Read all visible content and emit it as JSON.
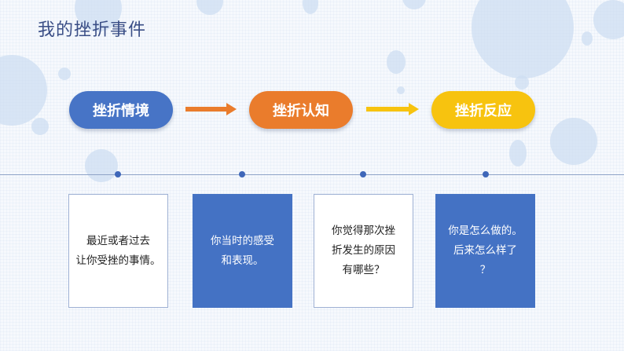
{
  "title": "我的挫折事件",
  "steps": [
    {
      "label": "挫折情境",
      "color": "#4774c6"
    },
    {
      "label": "挫折认知",
      "color": "#ea7c2c"
    },
    {
      "label": "挫折反应",
      "color": "#f7c30f"
    }
  ],
  "arrow_colors": [
    "#ea7c2c",
    "#f7c30f"
  ],
  "cards": [
    {
      "text": " 最近或者过去\n让你受挫的事情。"
    },
    {
      "text": "你当时的感受\n和表现。"
    },
    {
      "text": "你觉得那次挫\n折发生的原因\n有哪些？"
    },
    {
      "text": "你是怎么做的。\n后来怎么样了\n？"
    }
  ]
}
